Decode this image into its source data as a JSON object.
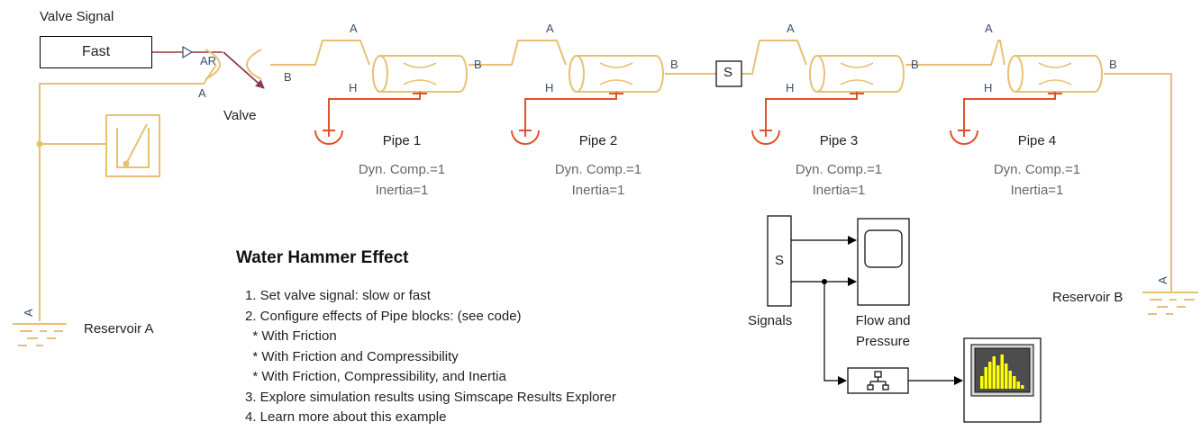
{
  "valve_signal": {
    "label": "Valve Signal",
    "value": "Fast"
  },
  "valve": {
    "label": "Valve",
    "ports": {
      "ar": "AR",
      "a": "A",
      "b": "B"
    }
  },
  "pipes": [
    {
      "label": "Pipe 1",
      "dyn": "Dyn. Comp.=1",
      "inertia": "Inertia=1",
      "port_a": "A",
      "port_b": "B",
      "port_h": "H"
    },
    {
      "label": "Pipe 2",
      "dyn": "Dyn. Comp.=1",
      "inertia": "Inertia=1",
      "port_a": "A",
      "port_b": "B",
      "port_h": "H"
    },
    {
      "label": "Pipe 3",
      "dyn": "Dyn. Comp.=1",
      "inertia": "Inertia=1",
      "port_a": "A",
      "port_b": "B",
      "port_h": "H"
    },
    {
      "label": "Pipe 4",
      "dyn": "Dyn. Comp.=1",
      "inertia": "Inertia=1",
      "port_a": "A",
      "port_b": "B",
      "port_h": "H"
    }
  ],
  "sensor": {
    "label": "S"
  },
  "signals": {
    "label": "Signals",
    "block_text": "S"
  },
  "scope": {
    "label_line1": "Flow and",
    "label_line2": "Pressure"
  },
  "reservoir_a": {
    "label": "Reservoir A",
    "port": "A"
  },
  "reservoir_b": {
    "label": "Reservoir B",
    "port": "A"
  },
  "description": {
    "title": "Water Hammer Effect",
    "steps": [
      "1. Set valve signal: slow or fast",
      "2. Configure effects of Pipe blocks: (see code)",
      "   * With Friction",
      "   * With Friction and Compressibility",
      "   * With Friction, Compressibility, and Inertia",
      "3. Explore simulation results using Simscape Results Explorer",
      "4. Learn more about this example"
    ]
  },
  "colors": {
    "hydraulic_line": "#e8c074",
    "thermal_line": "#e0522b",
    "signal_line": "#a0303f",
    "scope_screen": "#ffff00"
  }
}
